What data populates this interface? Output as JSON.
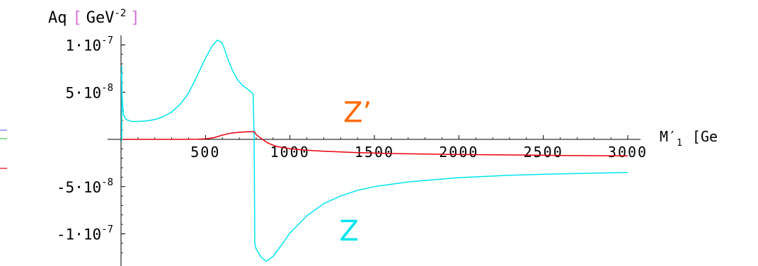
{
  "chart_data": {
    "type": "line",
    "ylabel": {
      "base": "Aq",
      "open": "[",
      "unit": "GeV",
      "exp": "-2",
      "close": "]"
    },
    "xlabel": {
      "base": "M",
      "prime": "′",
      "sub": "1",
      "unit": "[Ge"
    },
    "xlim": [
      0,
      3000
    ],
    "ylim": [
      -1.25e-07,
      1.1e-07
    ],
    "x_ticks": [
      {
        "value": 500,
        "label": "500"
      },
      {
        "value": 1000,
        "label": "1000"
      },
      {
        "value": 1500,
        "label": "1500"
      },
      {
        "value": 2000,
        "label": "2000"
      },
      {
        "value": 2500,
        "label": "2500"
      },
      {
        "value": 3000,
        "label": "3000"
      }
    ],
    "y_ticks": [
      {
        "value": 1e-07,
        "mant": "1",
        "exp": "-7"
      },
      {
        "value": 5e-08,
        "mant": "5",
        "exp": "-8"
      },
      {
        "value": -5e-08,
        "mant": "-5",
        "exp": "-8"
      },
      {
        "value": -1e-07,
        "mant": "-1",
        "exp": "-7"
      }
    ],
    "tick_times": "·10",
    "series": [
      {
        "name": "Z",
        "color": "#00e5ee",
        "x": [
          2,
          8,
          15,
          30,
          60,
          100,
          150,
          200,
          250,
          300,
          350,
          400,
          450,
          500,
          540,
          570,
          595,
          610,
          630,
          660,
          690,
          720,
          750,
          770,
          782,
          788,
          792,
          800,
          830,
          860,
          900,
          950,
          1000,
          1100,
          1200,
          1300,
          1400,
          1500,
          1700,
          2000,
          2300,
          2600,
          3000
        ],
        "y": [
          7e-08,
          4e-08,
          2.6e-08,
          2.1e-08,
          1.9e-08,
          1.9e-08,
          1.95e-08,
          2.1e-08,
          2.4e-08,
          2.9e-08,
          3.7e-08,
          4.9e-08,
          6.7e-08,
          8.6e-08,
          9.9e-08,
          1.05e-07,
          1.03e-07,
          9.7e-08,
          8.6e-08,
          7.3e-08,
          6.3e-08,
          5.7e-08,
          5.3e-08,
          5e-08,
          4.8e-08,
          0,
          -1.1e-07,
          -1.16e-07,
          -1.25e-07,
          -1.29e-07,
          -1.24e-07,
          -1.12e-07,
          -9.9e-08,
          -8.1e-08,
          -6.8e-08,
          -6e-08,
          -5.4e-08,
          -5e-08,
          -4.5e-08,
          -4.05e-08,
          -3.8e-08,
          -3.65e-08,
          -3.5e-08
        ]
      },
      {
        "name": "Z’",
        "color": "#e8000e",
        "x": [
          0,
          100,
          200,
          300,
          400,
          450,
          500,
          550,
          600,
          650,
          700,
          750,
          780,
          790,
          800,
          830,
          870,
          920,
          1000,
          1100,
          1200,
          1400,
          1600,
          1800,
          2000,
          2300,
          2600,
          3000
        ],
        "y": [
          0,
          0,
          0,
          0,
          1e-10,
          2e-10,
          6e-10,
          1.8e-09,
          4.5e-09,
          6.5e-09,
          7.5e-09,
          8e-09,
          8e-09,
          8e-09,
          5e-09,
          1e-09,
          -4e-09,
          -7.5e-09,
          -1e-08,
          -1.15e-08,
          -1.25e-08,
          -1.4e-08,
          -1.5e-08,
          -1.55e-08,
          -1.6e-08,
          -1.65e-08,
          -1.7e-08,
          -1.75e-08
        ]
      }
    ],
    "annotations": [
      {
        "text": "Z’",
        "color": "#ff6a00",
        "x": 1400,
        "y": 1.85e-08
      },
      {
        "text": "Z",
        "color": "#00e5ee",
        "x": 1350,
        "y": -1.07e-07
      }
    ]
  }
}
